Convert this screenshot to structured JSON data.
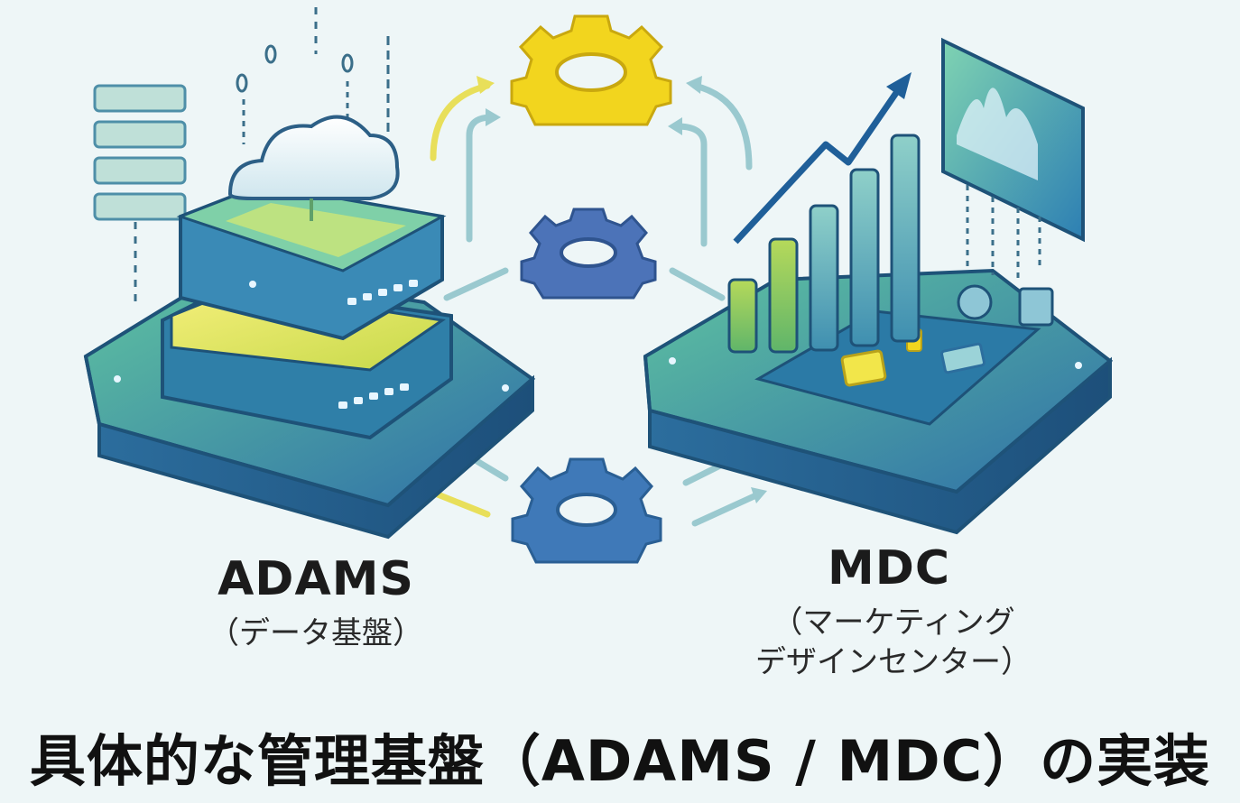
{
  "adams": {
    "name": "ADAMS",
    "subtitle": "（データ基盤）"
  },
  "mdc": {
    "name": "MDC",
    "subtitle_line1": "（マーケティング",
    "subtitle_line2": "デザインセンター）"
  },
  "footer": {
    "title": "具体的な管理基盤（ADAMS / MDC）の実装"
  },
  "colors": {
    "background": "#eef6f7",
    "platform_blue": "#2f7fa8",
    "platform_green": "#5fb87a",
    "accent_yellow": "#f2d51e",
    "gear_blue": "#3e6fb5",
    "arrow_teal": "#7fb9c4",
    "arrow_yellow": "#e8df5a",
    "trend_arrow": "#1f5f99"
  },
  "icons": {
    "cloud": "cloud-icon",
    "gear": "gear-icon",
    "chart": "bar-chart-icon",
    "monitor": "monitor-icon"
  }
}
